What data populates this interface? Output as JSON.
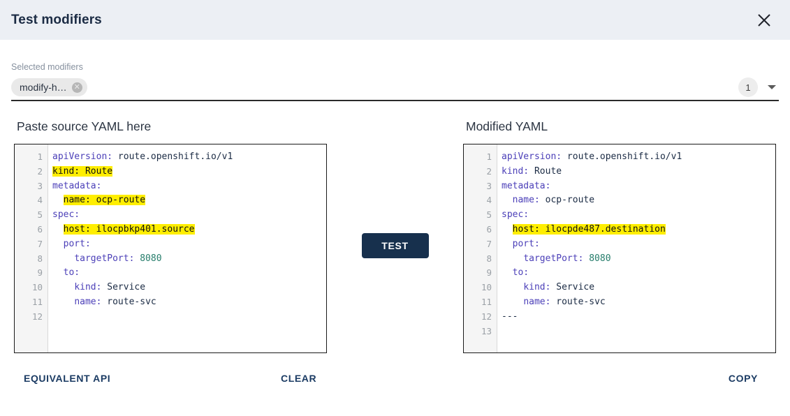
{
  "header": {
    "title": "Test modifiers",
    "close_icon": "close-icon"
  },
  "modifiers": {
    "label": "Selected modifiers",
    "chips": [
      {
        "label": "modify-h…",
        "remove_icon": "close-circle-icon"
      }
    ],
    "count": "1",
    "dropdown_icon": "chevron-down-icon"
  },
  "source_pane": {
    "title": "Paste source YAML here",
    "line_numbers": [
      "1",
      "2",
      "3",
      "4",
      "5",
      "6",
      "7",
      "8",
      "9",
      "10",
      "11",
      "12"
    ],
    "lines": [
      {
        "n": "1",
        "highlight": false,
        "segments": [
          {
            "t": "apiVersion:",
            "c": "k"
          },
          {
            "t": " route.openshift.io/v1",
            "c": "v"
          }
        ]
      },
      {
        "n": "2",
        "highlight": true,
        "segments": [
          {
            "t": "kind:",
            "c": "k"
          },
          {
            "t": " Route",
            "c": "v"
          }
        ]
      },
      {
        "n": "3",
        "highlight": false,
        "segments": [
          {
            "t": "metadata:",
            "c": "k"
          }
        ]
      },
      {
        "n": "4",
        "highlight": true,
        "indent": 2,
        "segments": [
          {
            "t": "name:",
            "c": "k"
          },
          {
            "t": " ocp-route",
            "c": "v"
          }
        ]
      },
      {
        "n": "5",
        "highlight": false,
        "segments": [
          {
            "t": "spec:",
            "c": "k"
          }
        ]
      },
      {
        "n": "6",
        "highlight": true,
        "indent": 2,
        "segments": [
          {
            "t": "host:",
            "c": "k"
          },
          {
            "t": " ilocpbkp401.source",
            "c": "v"
          }
        ]
      },
      {
        "n": "7",
        "highlight": false,
        "indent": 2,
        "segments": [
          {
            "t": "port:",
            "c": "k"
          }
        ]
      },
      {
        "n": "8",
        "highlight": false,
        "indent": 4,
        "segments": [
          {
            "t": "targetPort:",
            "c": "k"
          },
          {
            "t": " ",
            "c": "v"
          },
          {
            "t": "8080",
            "c": "num"
          }
        ]
      },
      {
        "n": "9",
        "highlight": false,
        "indent": 2,
        "segments": [
          {
            "t": "to:",
            "c": "k"
          }
        ]
      },
      {
        "n": "10",
        "highlight": false,
        "indent": 4,
        "segments": [
          {
            "t": "kind:",
            "c": "k"
          },
          {
            "t": " Service",
            "c": "v"
          }
        ]
      },
      {
        "n": "11",
        "highlight": false,
        "indent": 4,
        "segments": [
          {
            "t": "name:",
            "c": "k"
          },
          {
            "t": " route-svc",
            "c": "v"
          }
        ]
      },
      {
        "n": "12",
        "highlight": false,
        "segments": []
      }
    ]
  },
  "modified_pane": {
    "title": "Modified YAML",
    "line_numbers": [
      "1",
      "2",
      "3",
      "4",
      "5",
      "6",
      "7",
      "8",
      "9",
      "10",
      "11",
      "12",
      "13"
    ],
    "lines": [
      {
        "n": "1",
        "highlight": false,
        "segments": [
          {
            "t": "apiVersion:",
            "c": "k"
          },
          {
            "t": " route.openshift.io/v1",
            "c": "v"
          }
        ]
      },
      {
        "n": "2",
        "highlight": false,
        "segments": [
          {
            "t": "kind:",
            "c": "k"
          },
          {
            "t": " Route",
            "c": "v"
          }
        ]
      },
      {
        "n": "3",
        "highlight": false,
        "segments": [
          {
            "t": "metadata:",
            "c": "k"
          }
        ]
      },
      {
        "n": "4",
        "highlight": false,
        "indent": 2,
        "segments": [
          {
            "t": "name:",
            "c": "k"
          },
          {
            "t": " ocp-route",
            "c": "v"
          }
        ]
      },
      {
        "n": "5",
        "highlight": false,
        "segments": [
          {
            "t": "spec:",
            "c": "k"
          }
        ]
      },
      {
        "n": "6",
        "highlight": true,
        "indent": 2,
        "segments": [
          {
            "t": "host:",
            "c": "k"
          },
          {
            "t": " ilocpde487.destination",
            "c": "v"
          }
        ]
      },
      {
        "n": "7",
        "highlight": false,
        "indent": 2,
        "segments": [
          {
            "t": "port:",
            "c": "k"
          }
        ]
      },
      {
        "n": "8",
        "highlight": false,
        "indent": 4,
        "segments": [
          {
            "t": "targetPort:",
            "c": "k"
          },
          {
            "t": " ",
            "c": "v"
          },
          {
            "t": "8080",
            "c": "num"
          }
        ]
      },
      {
        "n": "9",
        "highlight": false,
        "indent": 2,
        "segments": [
          {
            "t": "to:",
            "c": "k"
          }
        ]
      },
      {
        "n": "10",
        "highlight": false,
        "indent": 4,
        "segments": [
          {
            "t": "kind:",
            "c": "k"
          },
          {
            "t": " Service",
            "c": "v"
          }
        ]
      },
      {
        "n": "11",
        "highlight": false,
        "indent": 4,
        "segments": [
          {
            "t": "name:",
            "c": "k"
          },
          {
            "t": " route-svc",
            "c": "v"
          }
        ]
      },
      {
        "n": "12",
        "highlight": false,
        "segments": [
          {
            "t": "---",
            "c": "pl"
          }
        ]
      },
      {
        "n": "13",
        "highlight": false,
        "segments": []
      }
    ]
  },
  "actions": {
    "test_label": "TEST",
    "equivalent_api_label": "EQUIVALENT API",
    "clear_label": "CLEAR",
    "copy_label": "COPY"
  },
  "colors": {
    "header_bg": "#eceff4",
    "accent_dark": "#17304d",
    "link": "#1b3b63",
    "highlight": "#ffee00",
    "yaml_key": "#4b3fb8",
    "yaml_value": "#1b2b44",
    "yaml_number": "#267d6b"
  }
}
